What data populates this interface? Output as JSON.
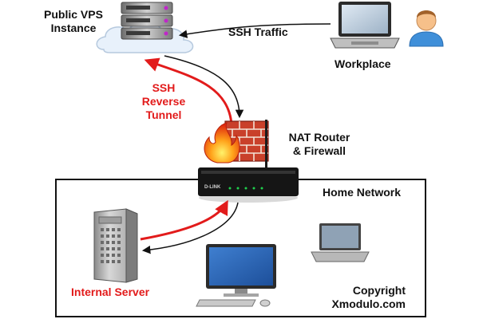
{
  "labels": {
    "vps_line1": "Public VPS",
    "vps_line2": "Instance",
    "ssh_traffic": "SSH Traffic",
    "workplace": "Workplace",
    "tunnel_line1": "SSH",
    "tunnel_line2": "Reverse",
    "tunnel_line3": "Tunnel",
    "router_line1": "NAT Router",
    "router_line2": "& Firewall",
    "home_network": "Home Network",
    "internal_server": "Internal Server",
    "copyright_line1": "Copyright",
    "copyright_line2": "Xmodulo.com"
  },
  "router_brand": "D-LINK",
  "colors": {
    "tunnel_arrow": "#e21b1b",
    "traffic_arrow": "#111111",
    "tunnel_text": "#e21b1b",
    "home_network_border": "#111111"
  },
  "icons": [
    "vps-server-icon",
    "cloud-icon",
    "laptop-icon",
    "user-icon",
    "firewall-icon",
    "flame-icon",
    "router-icon",
    "internal-server-icon",
    "desktop-computer-icon",
    "home-laptop-icon"
  ]
}
